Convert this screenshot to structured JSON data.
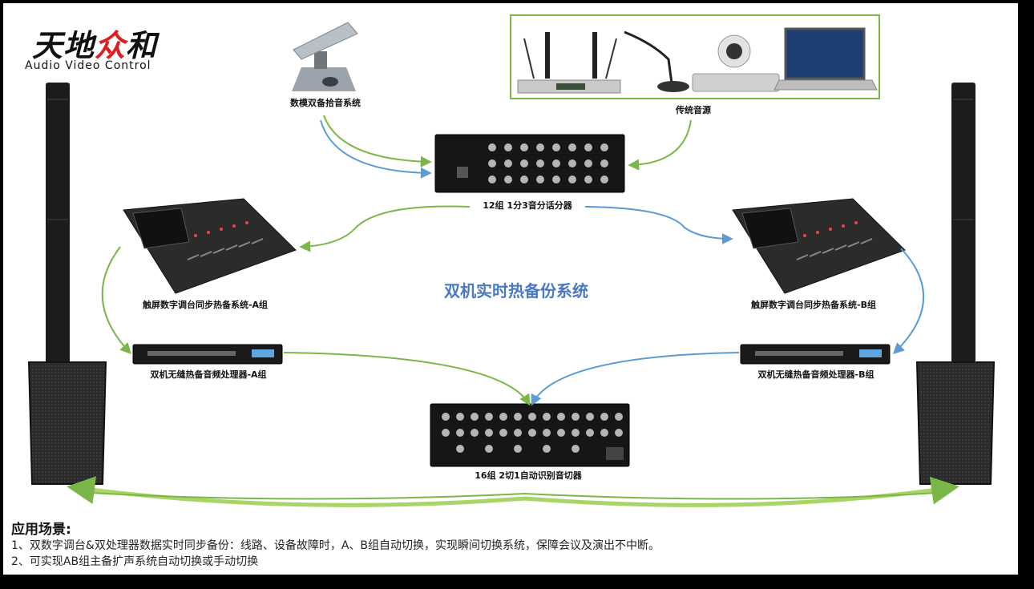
{
  "brand": {
    "name_part1": "天地",
    "name_part2": "众",
    "name_part3": "和",
    "subtitle": "Audio Video Control",
    "red": "#d91f1f"
  },
  "diagram": {
    "center_title": "双机实时热备份系统",
    "nodes": {
      "mic": "数模双备拾音系统",
      "sources": "传统音源",
      "splitter": "12组 1分3音分话分器",
      "mixer_a": "触屏数字调台同步热备系统-A组",
      "mixer_b": "触屏数字调台同步热备系统-B组",
      "processor_a": "双机无缝热备音频处理器-A组",
      "processor_b": "双机无缝热备音频处理器-B组",
      "switcher": "16组 2切1自动识别音切器"
    },
    "colors": {
      "green": "#7ab648",
      "blue": "#5b9bd5",
      "title_blue": "#4a78c3"
    }
  },
  "usage": {
    "heading": "应用场景:",
    "lines": [
      "1、双数字调台&双处理器数据实时同步备份：线路、设备故障时，A、B组自动切换，实现瞬间切换系统，保障会议及演出不中断。",
      "2、可实现AB组主备扩声系统自动切换或手动切换"
    ]
  }
}
